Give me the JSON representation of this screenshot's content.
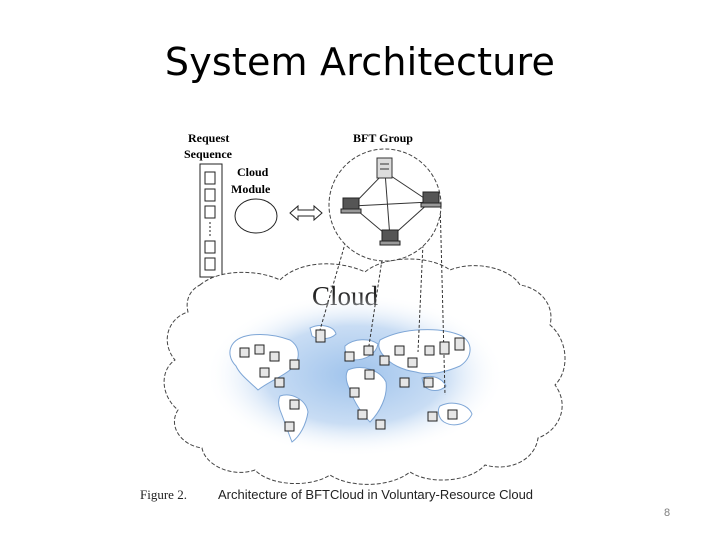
{
  "slide": {
    "title": "System Architecture",
    "page_number": "8"
  },
  "figure": {
    "request_sequence_label_line1": "Request",
    "request_sequence_label_line2": "Sequence",
    "cloud_module_label_line1": "Cloud",
    "cloud_module_label_line2": "Module",
    "bft_group_label": "BFT Group",
    "cloud_label": "Cloud",
    "caption_prefix": "Figure 2.",
    "caption_text": "Architecture of BFTCloud in Voluntary-Resource Cloud"
  },
  "icons": {
    "server": "server-icon",
    "laptop": "laptop-icon",
    "arrow": "double-arrow-icon"
  },
  "colors": {
    "glow": "#b9d3f0",
    "map_fill": "#ffffff",
    "line": "#333333"
  }
}
